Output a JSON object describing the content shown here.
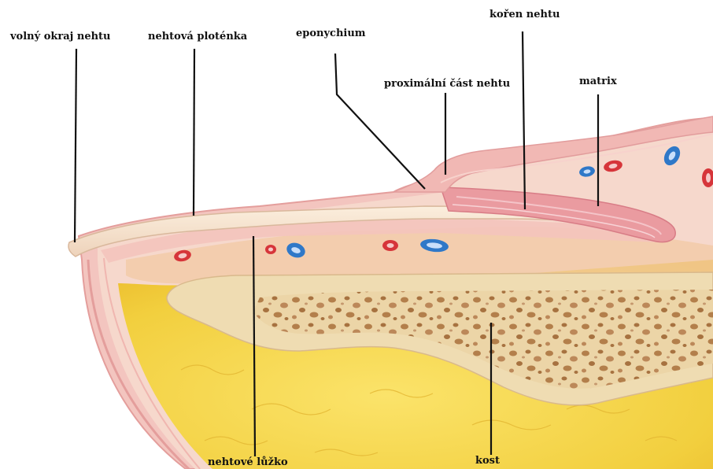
{
  "labels": {
    "free_edge": "volný okraj nehtu",
    "nail_plate": "nehtová ploténka",
    "eponychium": "eponychium",
    "nail_root": "kořen nehtu",
    "proximal_fold": "proximální část nehtu",
    "matrix": "matrix",
    "nail_bed": "nehtové lůžko",
    "bone": "kost"
  },
  "colors": {
    "skin": "#f3c9c3",
    "fat": "#f3d24a",
    "bone": "#eed9ad",
    "nail": "#f6e3cf",
    "artery": "#d6353a",
    "vein": "#2f78c8"
  }
}
